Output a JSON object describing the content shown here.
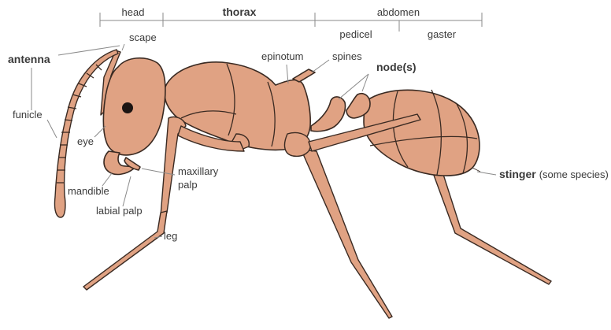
{
  "segments": {
    "head": "head",
    "thorax": "thorax",
    "abdomen": "abdomen",
    "pedicel": "pedicel",
    "gaster": "gaster"
  },
  "labels": {
    "scape": "scape",
    "antenna": "antenna",
    "funicle": "funicle",
    "eye": "eye",
    "mandible": "mandible",
    "labial_palp": "labial palp",
    "maxillary_palp_1": "maxillary",
    "maxillary_palp_2": "palp",
    "leg": "leg",
    "epinotum": "epinotum",
    "spines": "spines",
    "nodes": "node(s)",
    "stinger": "stinger",
    "stinger_note": "(some species)"
  },
  "colors": {
    "body": "#e0a283",
    "outline": "#3a2a22",
    "text": "#3a3a3a",
    "leader": "#8a8a8a"
  }
}
